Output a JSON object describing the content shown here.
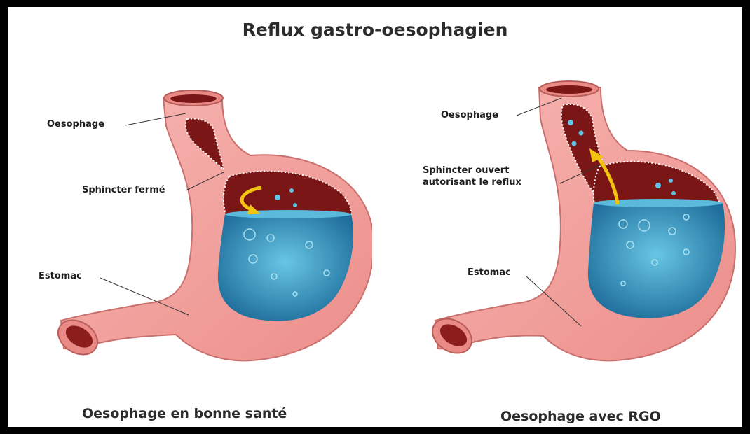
{
  "title": "Reflux gastro-oesophagien",
  "panels": [
    {
      "caption": "Oesophage en bonne santé",
      "labels": {
        "esophagus": "Oesophage",
        "sphincter": "Sphincter fermé",
        "stomach": "Estomac"
      }
    },
    {
      "caption": "Oesophage avec RGO",
      "labels": {
        "esophagus": "Oesophage",
        "sphincter_line1": "Sphincter ouvert",
        "sphincter_line2": "autorisant le reflux",
        "stomach": "Estomac"
      }
    }
  ],
  "colors": {
    "stomach_wall": "#f3a3a0",
    "stomach_wall_dark": "#c9706e",
    "stomach_lining": "#7a1616",
    "gastric_acid": "#2f86b3",
    "arrow": "#f2c40f"
  }
}
